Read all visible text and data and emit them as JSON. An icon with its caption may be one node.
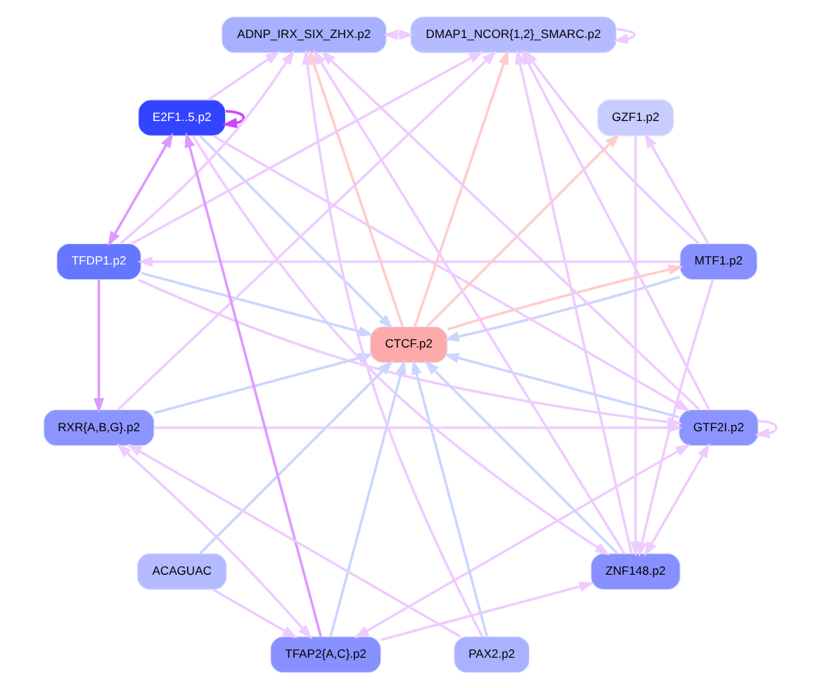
{
  "diagram": {
    "nodes": [
      {
        "text": [
          "MTF1.p2"
        ]
      },
      {
        "text": [
          "GZF1.p2"
        ]
      },
      {
        "text": [
          "E2F1..5.p2"
        ]
      },
      {
        "text": [
          "DMAP1_NCOR{1,2}_SMARC.p2"
        ]
      },
      {
        "text": [
          "TFDP1.p2"
        ]
      },
      {
        "text": [
          "ADNP_IRX_SIX_ZHX.p2"
        ]
      },
      {
        "text": [
          "CTCF.p2"
        ]
      },
      {
        "text": [
          "RXR{A,B,G}.p2"
        ]
      },
      {
        "text": [
          "ACAGUAC"
        ]
      },
      {
        "text": [
          "TFAP2{A,C}.p2"
        ]
      },
      {
        "text": [
          "PAX2.p2"
        ]
      },
      {
        "text": [
          "ZNF148.p2"
        ]
      },
      {
        "text": [
          "GTF2I.p2"
        ]
      }
    ],
    "edges": [
      {
        "from": 0,
        "to": 1,
        "arrow": "to"
      },
      {
        "from": 0,
        "to": 3,
        "arrow": "to"
      },
      {
        "from": 0,
        "to": 4,
        "arrow": "to"
      },
      {
        "from": 0,
        "to": 11,
        "arrow": "to"
      },
      {
        "from": 0,
        "to": 6,
        "arrow": "to",
        "color": "#ccd5ff"
      },
      {
        "from": 2,
        "to": 2,
        "arrow": "to",
        "color": "#cc44ff"
      },
      {
        "from": 2,
        "to": 4,
        "arrow": "both",
        "color": "#dd99ff"
      },
      {
        "from": 2,
        "to": 6,
        "arrow": "to",
        "color": "#ccd5ff"
      },
      {
        "from": 2,
        "to": 5,
        "arrow": "to"
      },
      {
        "from": 2,
        "to": 11,
        "arrow": "to"
      },
      {
        "from": 2,
        "to": 12,
        "arrow": "to"
      },
      {
        "from": 3,
        "to": 3,
        "arrow": "to"
      },
      {
        "from": 3,
        "to": 5,
        "arrow": "both"
      },
      {
        "from": 4,
        "to": 3,
        "arrow": "to"
      },
      {
        "from": 4,
        "to": 5,
        "arrow": "to"
      },
      {
        "from": 4,
        "to": 6,
        "arrow": "to",
        "color": "#ccd5ff"
      },
      {
        "from": 4,
        "to": 7,
        "arrow": "to",
        "color": "#dd99ff"
      },
      {
        "from": 4,
        "to": 12,
        "arrow": "to"
      },
      {
        "from": 6,
        "to": 0,
        "arrow": "to",
        "color": "#ffcccc"
      },
      {
        "from": 6,
        "to": 1,
        "arrow": "to",
        "color": "#ffcccc"
      },
      {
        "from": 6,
        "to": 3,
        "arrow": "to",
        "color": "#ffcccc"
      },
      {
        "from": 6,
        "to": 5,
        "arrow": "to",
        "color": "#ffcccc"
      },
      {
        "from": 7,
        "to": 6,
        "arrow": "to",
        "color": "#ccd5ff"
      },
      {
        "from": 7,
        "to": 3,
        "arrow": "to"
      },
      {
        "from": 7,
        "to": 9,
        "arrow": "both"
      },
      {
        "from": 7,
        "to": 12,
        "arrow": "to"
      },
      {
        "from": 8,
        "to": 6,
        "arrow": "to",
        "color": "#ccd5ff"
      },
      {
        "from": 8,
        "to": 9,
        "arrow": "to"
      },
      {
        "from": 9,
        "to": 2,
        "arrow": "to",
        "color": "#dd99ff"
      },
      {
        "from": 9,
        "to": 6,
        "arrow": "to",
        "color": "#ccd5ff"
      },
      {
        "from": 9,
        "to": 11,
        "arrow": "to"
      },
      {
        "from": 9,
        "to": 12,
        "arrow": "both"
      },
      {
        "from": 10,
        "to": 6,
        "arrow": "to",
        "color": "#ccd5ff"
      },
      {
        "from": 10,
        "to": 7,
        "arrow": "to"
      },
      {
        "from": 10,
        "to": 5,
        "arrow": "to"
      },
      {
        "from": 1,
        "to": 11,
        "arrow": "to"
      },
      {
        "from": 11,
        "to": 6,
        "arrow": "to",
        "color": "#ccd5ff"
      },
      {
        "from": 11,
        "to": 3,
        "arrow": "to"
      },
      {
        "from": 11,
        "to": 5,
        "arrow": "to"
      },
      {
        "from": 11,
        "to": 12,
        "arrow": "both"
      },
      {
        "from": 12,
        "to": 6,
        "arrow": "to",
        "color": "#ccd5ff"
      },
      {
        "from": 12,
        "to": 3,
        "arrow": "to"
      },
      {
        "from": 12,
        "to": 5,
        "arrow": "to"
      },
      {
        "from": 12,
        "to": 12,
        "arrow": "to"
      }
    ]
  }
}
